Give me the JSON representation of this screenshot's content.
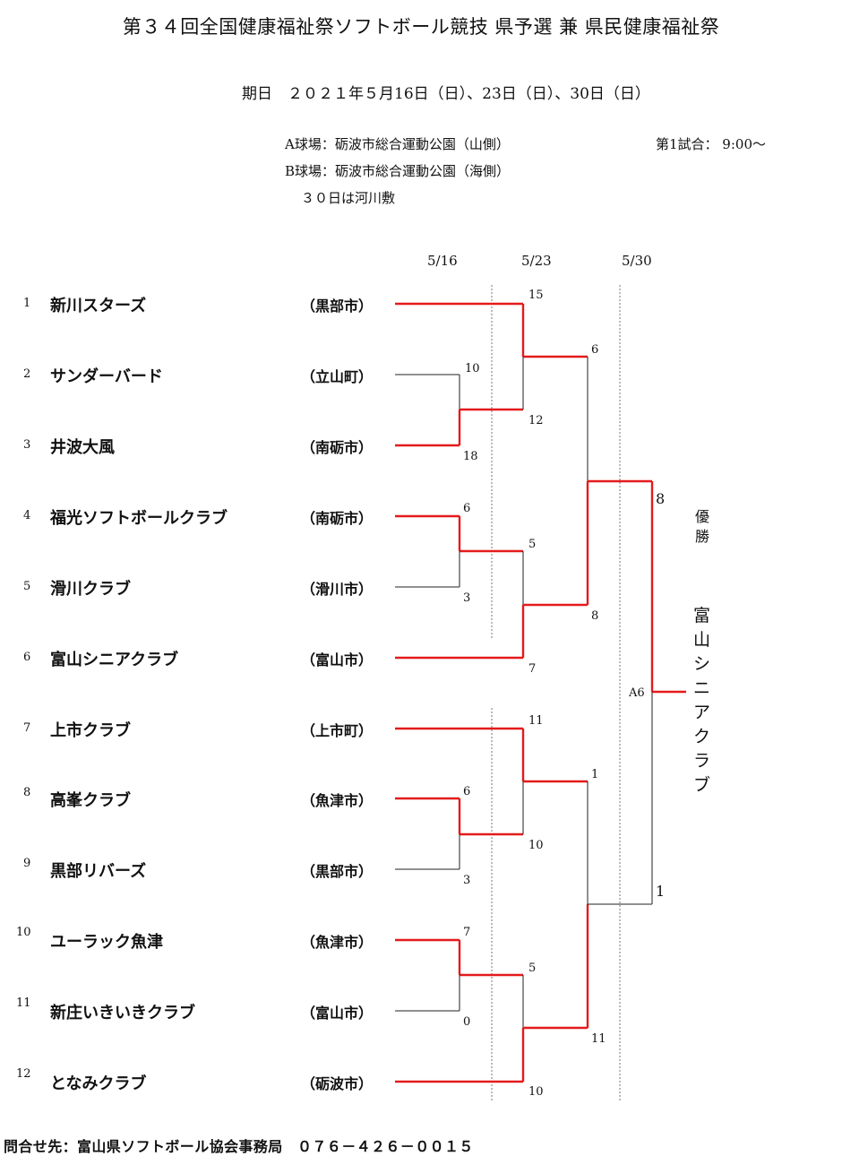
{
  "title": "第３４回全国健康福祉祭ソフトボール競技 県予選 兼 県民健康福祉祭",
  "schedule": "期日　２０２１年５月16日（日）、23日（日）、30日（日）",
  "venue": {
    "a": "A球場：砺波市総合運動公園（山側）",
    "b": "B球場：砺波市総合運動公園（海側）",
    "note": "３０日は河川敷",
    "first_game": "第1試合：  9:00〜"
  },
  "rounds": [
    "5/16",
    "5/23",
    "5/30"
  ],
  "teams": [
    {
      "seed": "1",
      "name": "新川スターズ",
      "city": "（黒部市）"
    },
    {
      "seed": "2",
      "name": "サンダーバード",
      "city": "（立山町）"
    },
    {
      "seed": "3",
      "name": "井波大風",
      "city": "（南砺市）"
    },
    {
      "seed": "4",
      "name": "福光ソフトボールクラブ",
      "city": "（南砺市）"
    },
    {
      "seed": "5",
      "name": "滑川クラブ",
      "city": "（滑川市）"
    },
    {
      "seed": "6",
      "name": "富山シニアクラブ",
      "city": "（富山市）"
    },
    {
      "seed": "7",
      "name": "上市クラブ",
      "city": "（上市町）"
    },
    {
      "seed": "8",
      "name": "高峯クラブ",
      "city": "（魚津市）"
    },
    {
      "seed": "9",
      "name": "黒部リバーズ",
      "city": "（黒部市）"
    },
    {
      "seed": "10",
      "name": "ユーラック魚津",
      "city": "（魚津市）"
    },
    {
      "seed": "11",
      "name": "新庄いきいきクラブ",
      "city": "（富山市）"
    },
    {
      "seed": "12",
      "name": "となみクラブ",
      "city": "（砺波市）"
    }
  ],
  "scores": {
    "r1_2v3": [
      "10",
      "18"
    ],
    "r1_4v5": [
      "6",
      "3"
    ],
    "r1_8v9": [
      "6",
      "3"
    ],
    "r1_10v11": [
      "7",
      "0"
    ],
    "qf_1": [
      "15",
      "12"
    ],
    "qf_2": [
      "5",
      "7"
    ],
    "qf_3": [
      "11",
      "10"
    ],
    "qf_4": [
      "5",
      "10"
    ],
    "sf_top": [
      "6",
      "8"
    ],
    "sf_bot": [
      "1",
      "11"
    ],
    "final": [
      "8",
      "1"
    ],
    "final_label": "A6"
  },
  "champion": {
    "label": [
      "優",
      "勝"
    ],
    "name": [
      "富",
      "山",
      "シ",
      "ニ",
      "ア",
      "ク",
      "ラ",
      "ブ"
    ]
  },
  "contact": "問合せ先：富山県ソフトボール協会事務局　０７６－４２６－００１５",
  "colors": {
    "winner_line": "#e41a1c",
    "loser_line": "#222222",
    "divider": "#777777"
  }
}
